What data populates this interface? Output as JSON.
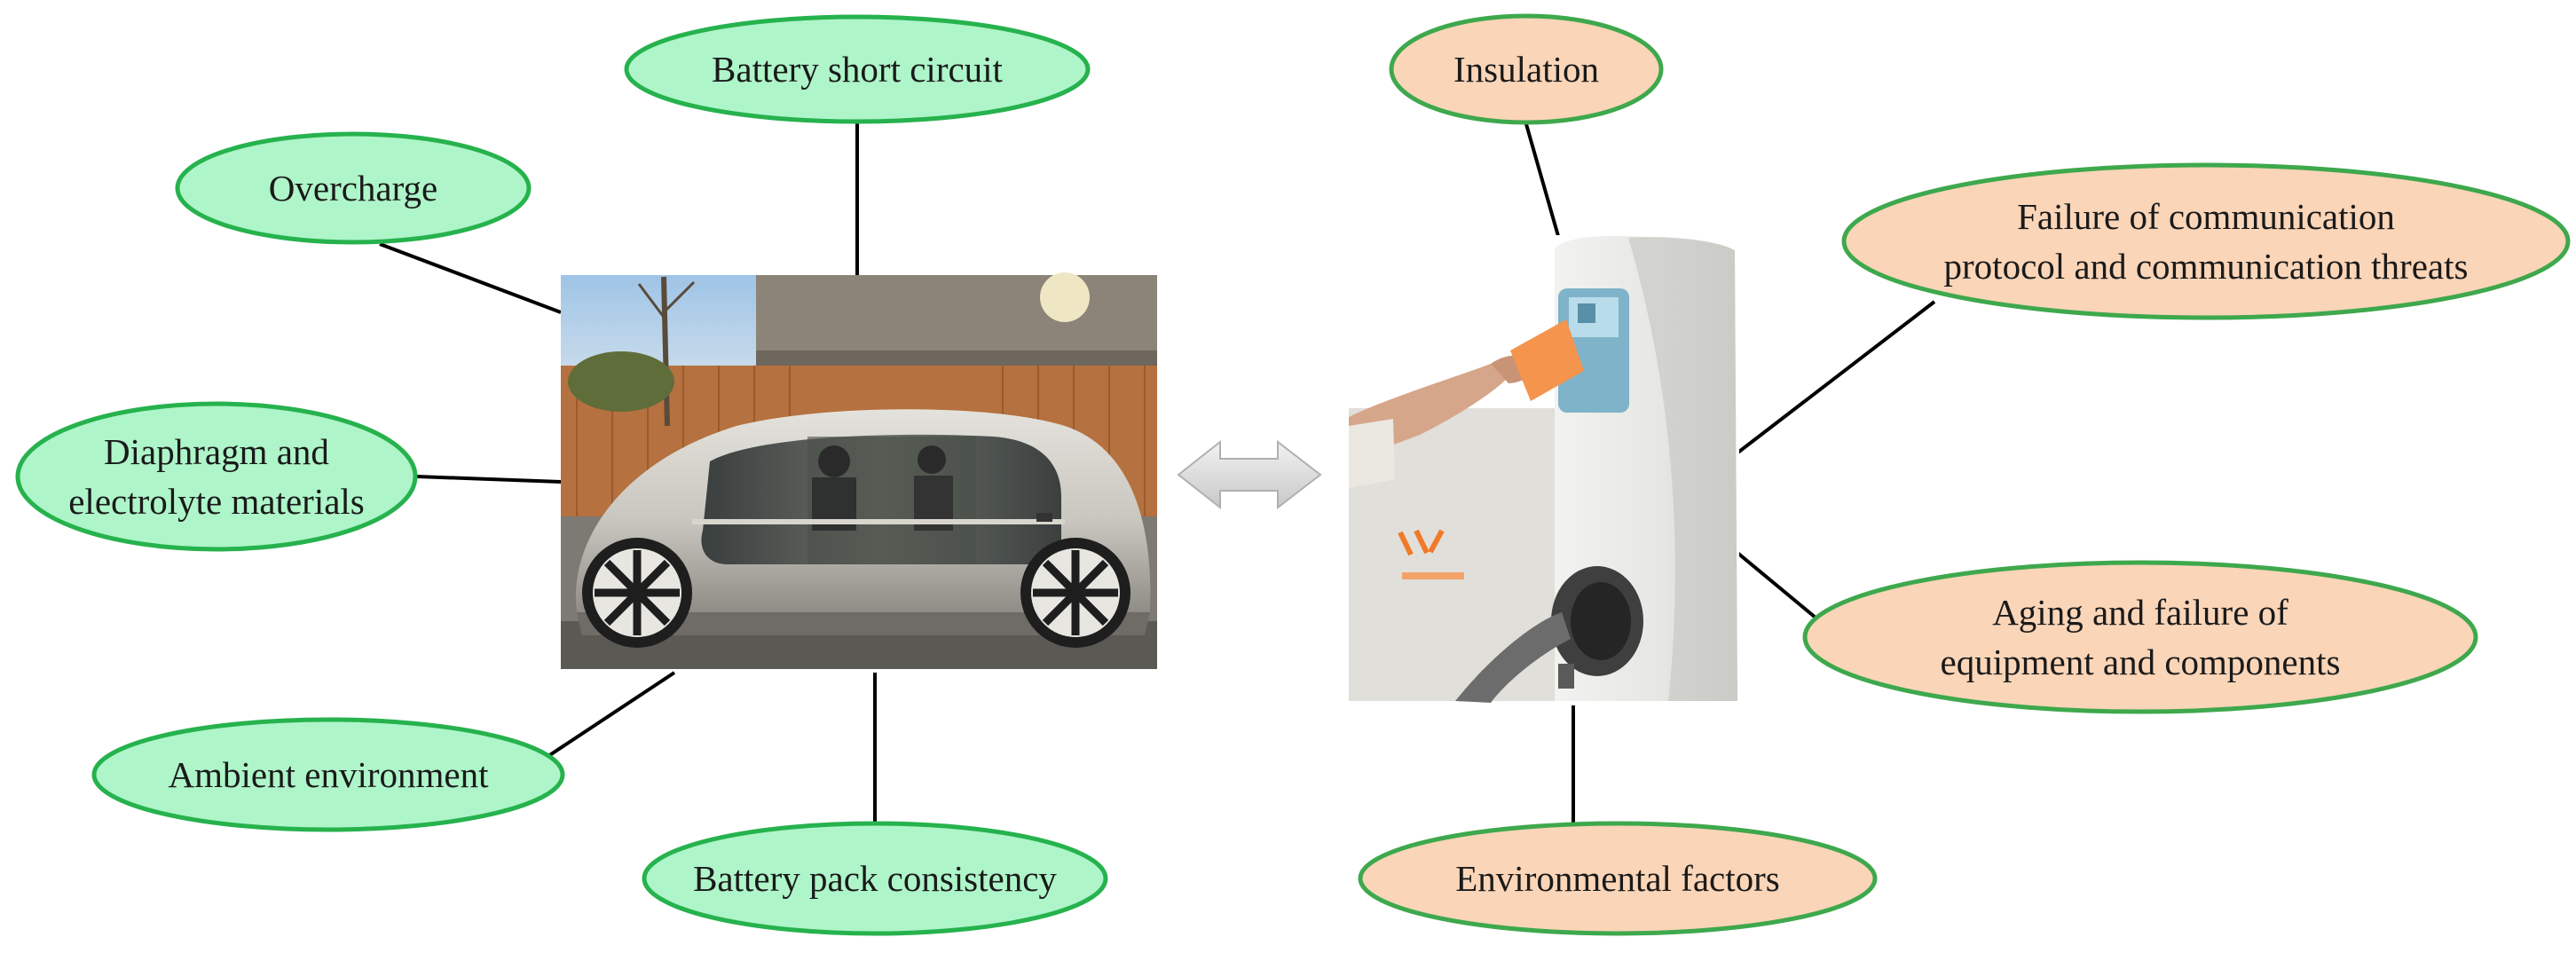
{
  "diagram": {
    "ev_factors": [
      "Battery short circuit",
      "Overcharge",
      "Diaphragm and\nelectrolyte materials",
      "Ambient environment",
      "Battery pack consistency"
    ],
    "charger_factors": [
      "Insulation",
      "Failure of communication\nprotocol and communication threats",
      "Aging and failure of\nequipment and components",
      "Environmental factors"
    ],
    "images": {
      "left": "electric-vehicle-photo",
      "right": "charging-station-photo"
    },
    "connector": "double-headed-arrow",
    "colors": {
      "ev_fill": "#aef5c9",
      "ev_stroke": "#26b24d",
      "charger_fill": "#fad5b8",
      "charger_stroke": "#3ea84d",
      "line": "#000000",
      "arrow_fill": "#dcdcdc"
    }
  }
}
